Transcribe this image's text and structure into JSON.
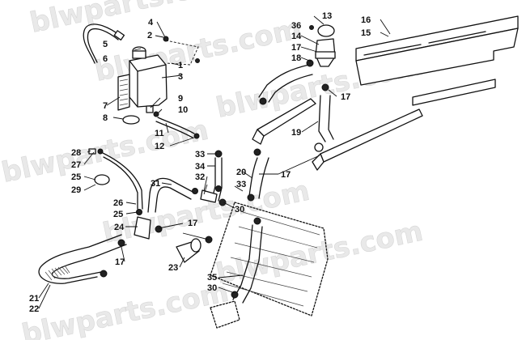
{
  "watermark": "blwparts.com",
  "callouts": [
    {
      "label": "1"
    },
    {
      "label": "2"
    },
    {
      "label": "3"
    },
    {
      "label": "4"
    },
    {
      "label": "5"
    },
    {
      "label": "6"
    },
    {
      "label": "7"
    },
    {
      "label": "8"
    },
    {
      "label": "9"
    },
    {
      "label": "10"
    },
    {
      "label": "11"
    },
    {
      "label": "12"
    },
    {
      "label": "13"
    },
    {
      "label": "14"
    },
    {
      "label": "15"
    },
    {
      "label": "16"
    },
    {
      "label": "17"
    },
    {
      "label": "17"
    },
    {
      "label": "17"
    },
    {
      "label": "17"
    },
    {
      "label": "17"
    },
    {
      "label": "18"
    },
    {
      "label": "19"
    },
    {
      "label": "20"
    },
    {
      "label": "21"
    },
    {
      "label": "22"
    },
    {
      "label": "23"
    },
    {
      "label": "24"
    },
    {
      "label": "25"
    },
    {
      "label": "25"
    },
    {
      "label": "26"
    },
    {
      "label": "27"
    },
    {
      "label": "28"
    },
    {
      "label": "29"
    },
    {
      "label": "30"
    },
    {
      "label": "30"
    },
    {
      "label": "31"
    },
    {
      "label": "32"
    },
    {
      "label": "33"
    },
    {
      "label": "33"
    },
    {
      "label": "34"
    },
    {
      "label": "35"
    },
    {
      "label": "36"
    }
  ]
}
